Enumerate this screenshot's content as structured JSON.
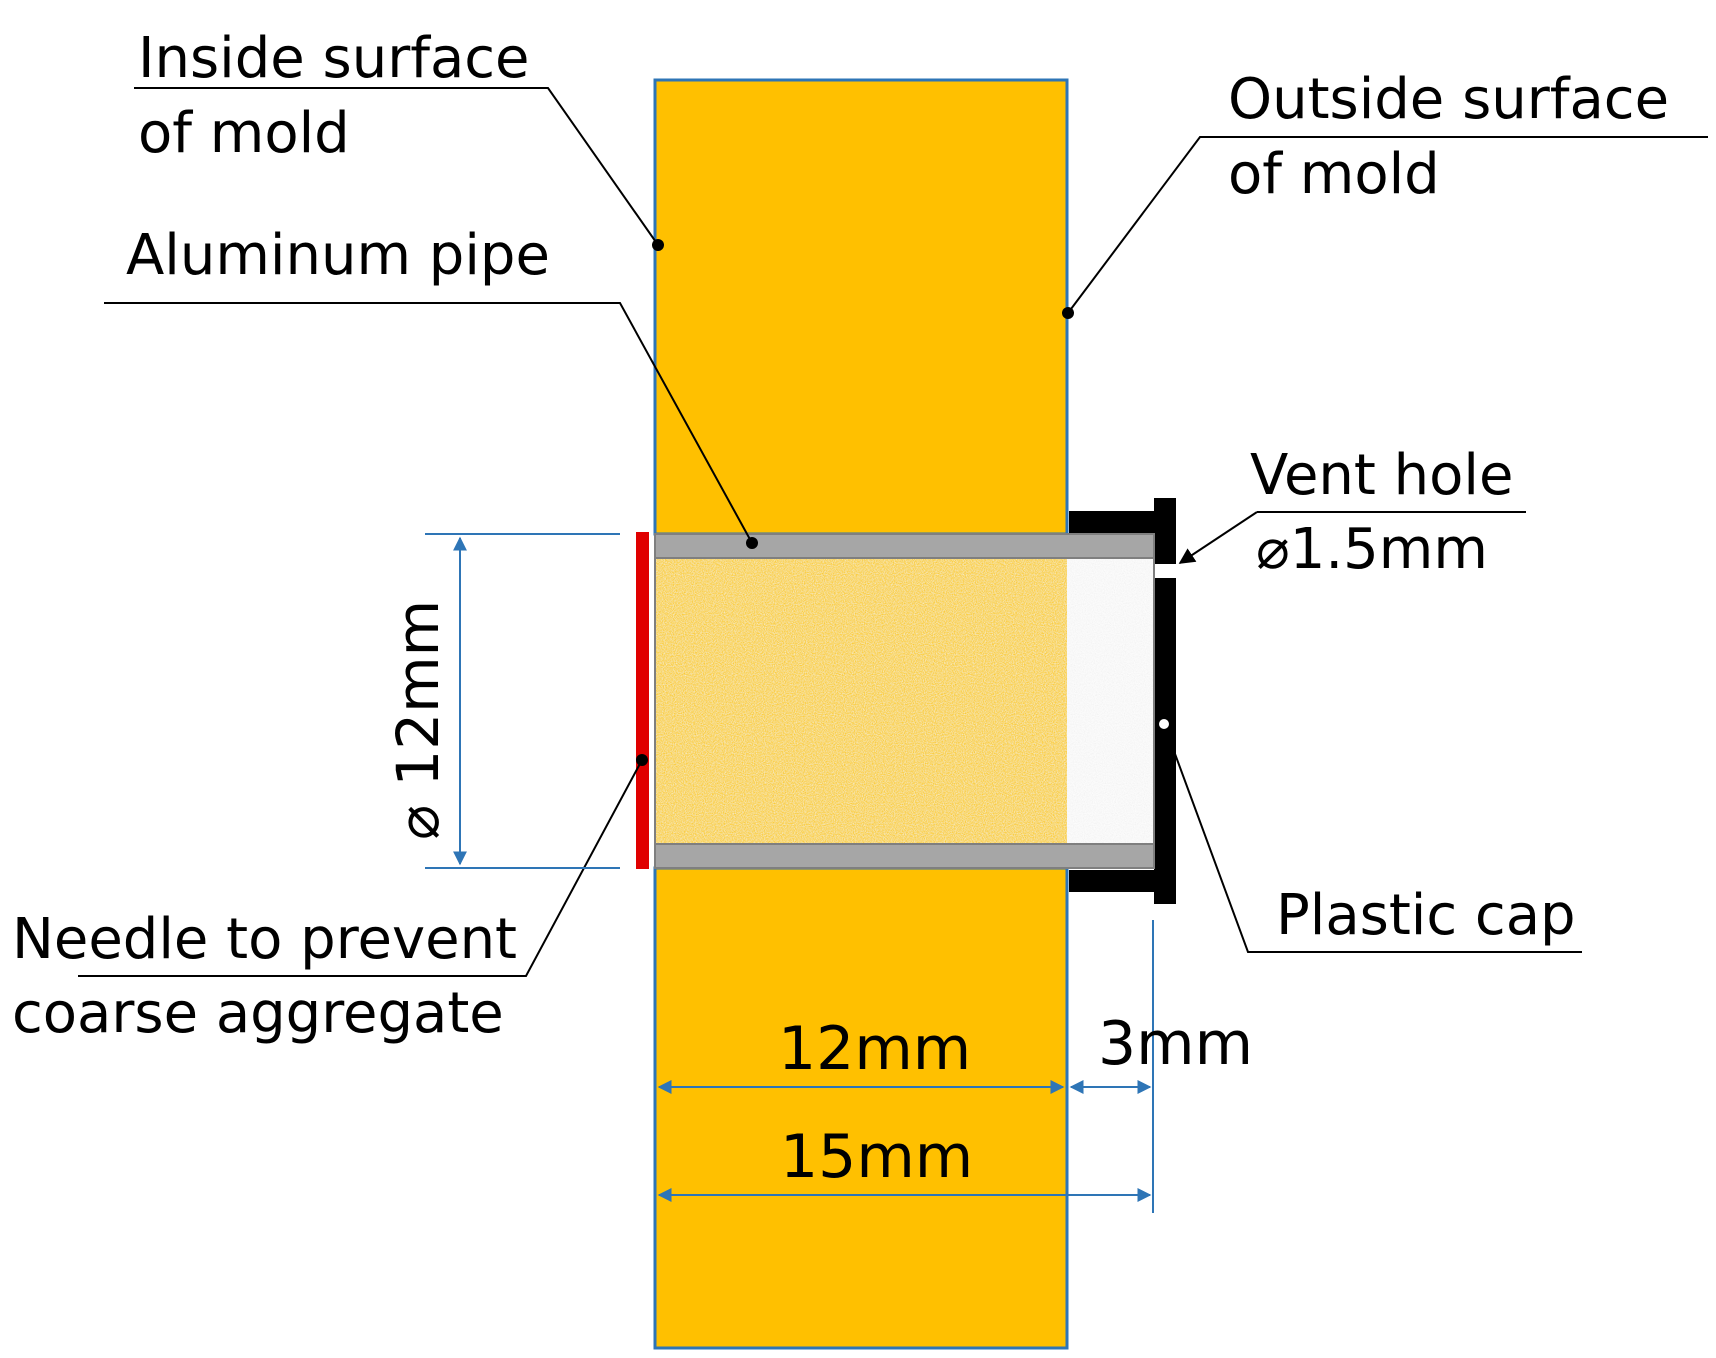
{
  "labels": {
    "inside_surface_line1": "Inside surface",
    "inside_surface_line2": "of mold",
    "outside_surface_line1": "Outside surface",
    "outside_surface_line2": "of mold",
    "aluminum_pipe": "Aluminum pipe",
    "vent_hole_line1": "Vent hole",
    "vent_hole_line2": "⌀1.5mm",
    "needle_line1": "Needle to prevent",
    "needle_line2": "coarse aggregate",
    "plastic_cap": "Plastic cap",
    "dim_diameter": "⌀ 12mm",
    "dim_12mm": "12mm",
    "dim_3mm": "3mm",
    "dim_15mm": "15mm"
  },
  "colors": {
    "mold": "#FFC000",
    "mold_border": "#2E75B6",
    "pipe_wall": "#A6A6A6",
    "pipe_wall_edge": "#7F7F7F",
    "concrete": "#E9E9E9",
    "needle": "#E00000",
    "cap": "#000000",
    "dimension": "#2E75B6",
    "leader": "#000000"
  }
}
